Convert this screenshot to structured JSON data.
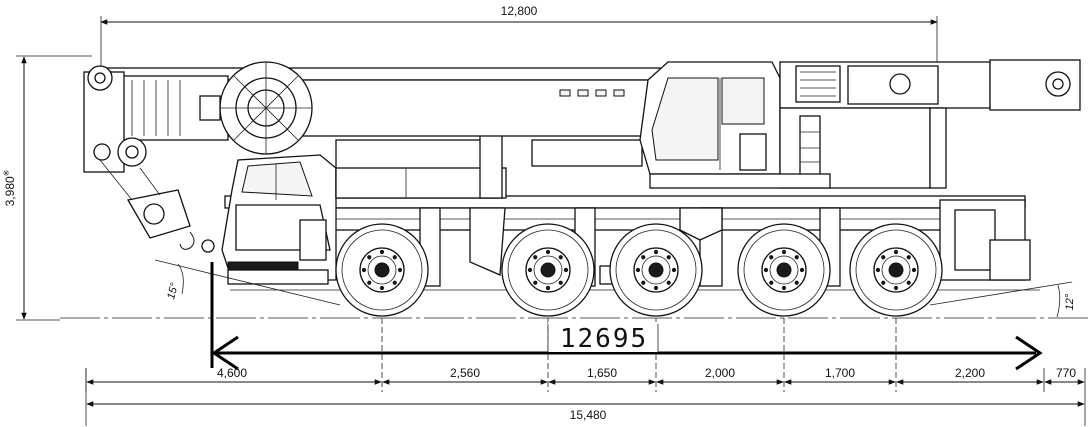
{
  "drawing": {
    "top_dimension": "12,800",
    "height_dimension": "3,980",
    "height_mark": "※",
    "overlay_measurement": "12695",
    "approach_angle_front": "15°",
    "departure_angle_rear": "12°",
    "axle_spacings": [
      {
        "label": "4,600"
      },
      {
        "label": "2,560"
      },
      {
        "label": "1,650"
      },
      {
        "label": "2,000"
      },
      {
        "label": "1,700"
      },
      {
        "label": "2,200"
      },
      {
        "label": "770"
      }
    ],
    "overall_length": "15,480"
  }
}
